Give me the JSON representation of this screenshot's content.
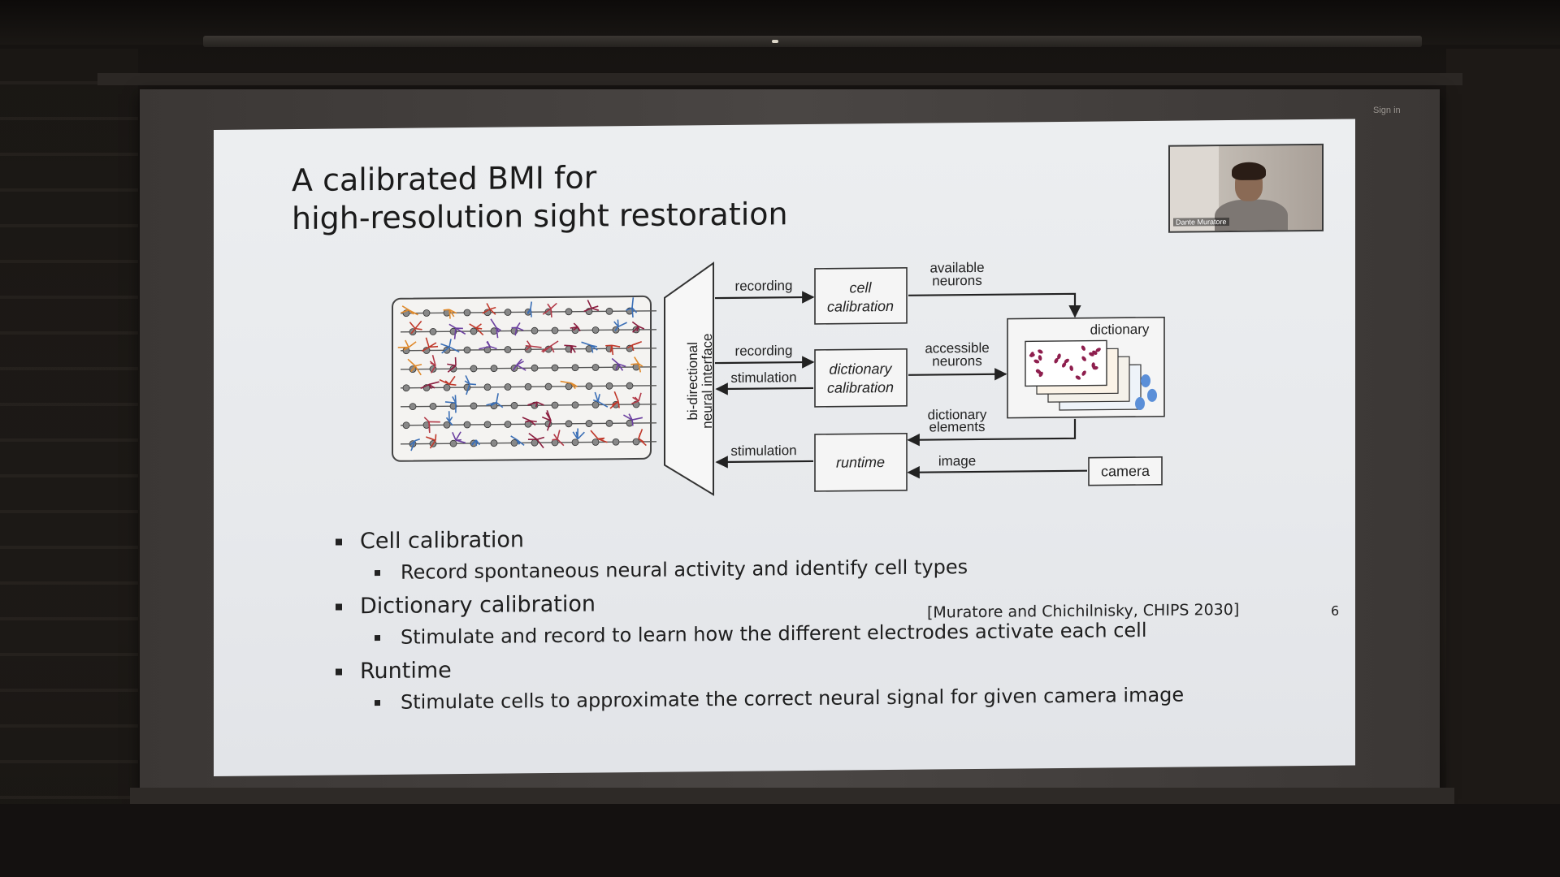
{
  "screen": {
    "signin_label": "Sign in"
  },
  "slide": {
    "title_line1": "A calibrated BMI for",
    "title_line2": "high-resolution sight restoration",
    "webcam_name": "Dante Muratore",
    "diagram": {
      "interface_label_line1": "bi-directional",
      "interface_label_line2": "neural interface",
      "arrow_recording_1": "recording",
      "arrow_recording_2": "recording",
      "arrow_stimulation_1": "stimulation",
      "arrow_stimulation_2": "stimulation",
      "box_cell_calibration_line1": "cell",
      "box_cell_calibration_line2": "calibration",
      "box_dictionary_calibration_line1": "dictionary",
      "box_dictionary_calibration_line2": "calibration",
      "box_runtime": "runtime",
      "box_dictionary": "dictionary",
      "box_camera": "camera",
      "label_available_line1": "available",
      "label_available_line2": "neurons",
      "label_accessible_line1": "accessible",
      "label_accessible_line2": "neurons",
      "label_dict_elements_line1": "dictionary",
      "label_dict_elements_line2": "elements",
      "label_image": "image"
    },
    "bullets": [
      {
        "label": "Cell calibration",
        "sub": "Record spontaneous neural activity and identify cell types"
      },
      {
        "label": "Dictionary calibration",
        "sub": "Stimulate and record to learn how the different electrodes activate each cell"
      },
      {
        "label": "Runtime",
        "sub": "Stimulate cells to approximate the correct neural signal for given camera image"
      }
    ],
    "citation": "[Muratore and Chichilnisky, CHIPS 2030]",
    "page_number": "6"
  }
}
